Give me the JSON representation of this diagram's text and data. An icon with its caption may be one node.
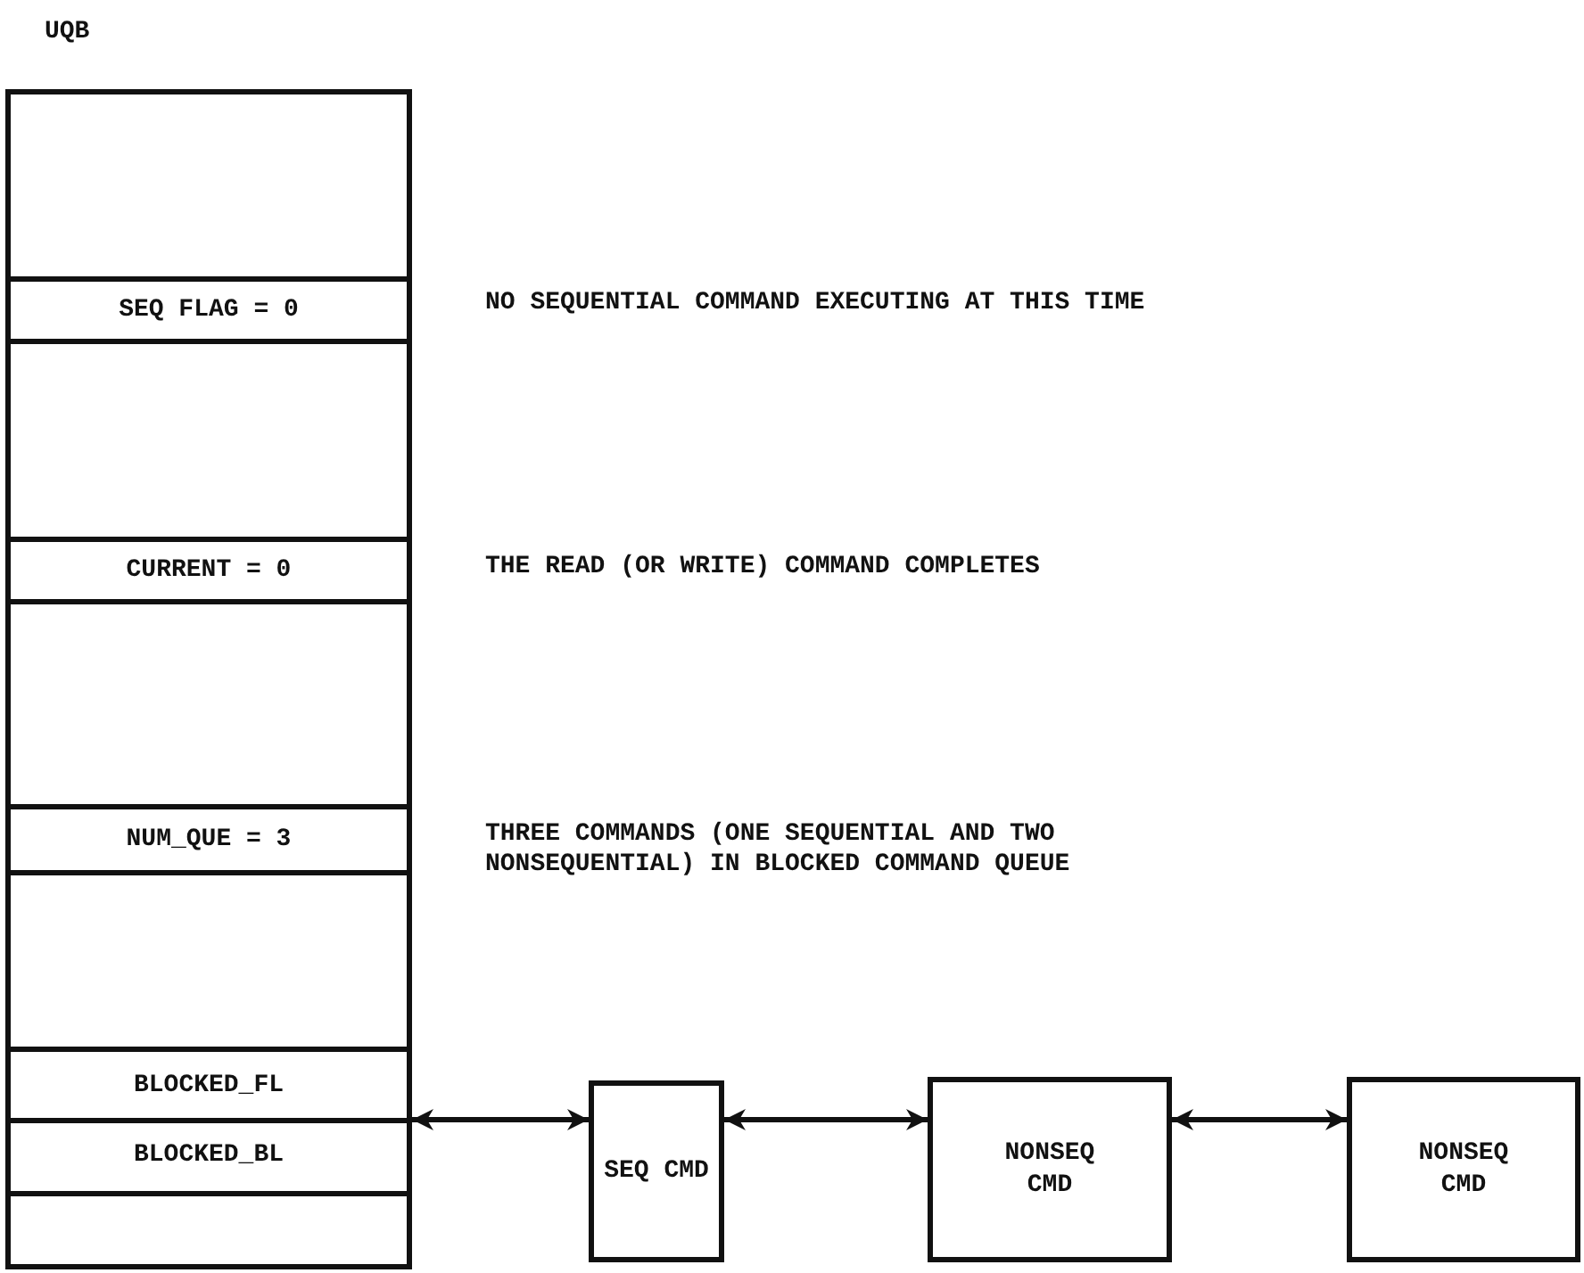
{
  "diagram": {
    "nodes": [
      {
        "text": [
          "UQB"
        ]
      },
      {
        "text": [
          "SEQ FLAG = 0"
        ],
        "in": 0,
        "beside": [
          "NO SEQUENTIAL COMMAND EXECUTING AT THIS TIME"
        ]
      },
      {
        "text": [
          "CURRENT = 0"
        ],
        "in": 0,
        "beside": [
          "THE READ (OR WRITE) COMMAND COMPLETES"
        ]
      },
      {
        "text": [
          "NUM_QUE = 3"
        ],
        "in": 0,
        "beside": [
          "THREE COMMANDS (ONE SEQUENTIAL AND TWO NONSEQUENTIAL) IN BLOCKED COMMAND QUEUE"
        ]
      },
      {
        "text": [
          "BLOCKED_FL"
        ],
        "in": 0
      },
      {
        "text": [
          "BLOCKED_BL"
        ],
        "in": 0
      },
      {
        "text": [
          "SEQ CMD"
        ]
      },
      {
        "text": [
          "NONSEQ CMD"
        ]
      },
      {
        "text": [
          "NONSEQ CMD"
        ]
      }
    ],
    "edges": [
      {
        "from": 0,
        "to": 6,
        "arrow": "both"
      },
      {
        "from": 6,
        "to": 7,
        "arrow": "both"
      },
      {
        "from": 7,
        "to": 8,
        "arrow": "both"
      }
    ]
  }
}
